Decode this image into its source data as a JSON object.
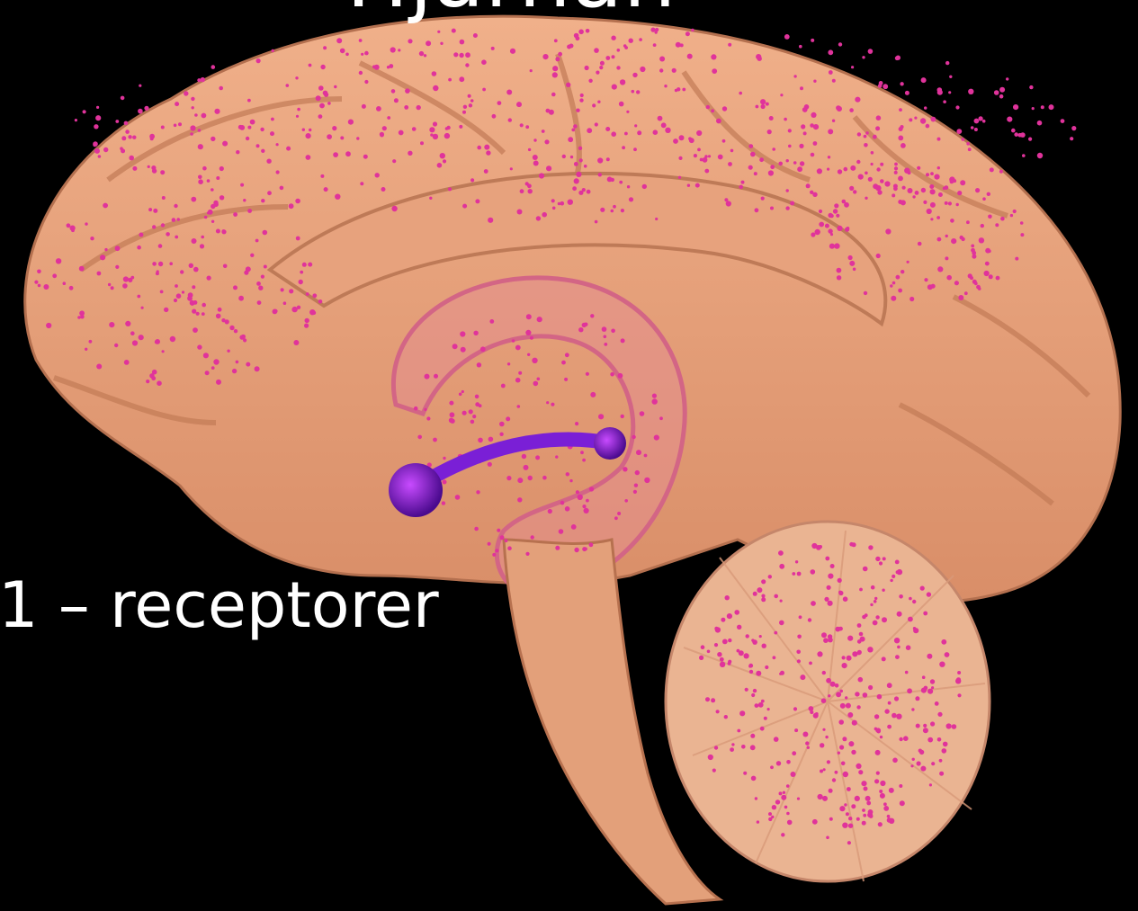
{
  "slide": {
    "title": "Hjärnan",
    "caption": "1 – receptorer"
  },
  "image": {
    "subject": "sagittal-brain-section-with-receptor-dots",
    "colors": {
      "background": "#000000",
      "tissue": "#E9A47E",
      "tissue_shadow": "#C57D5A",
      "receptor_dot": "#E0339B",
      "pathway": "#7A1FD6",
      "text": "#FFFFFF"
    }
  }
}
